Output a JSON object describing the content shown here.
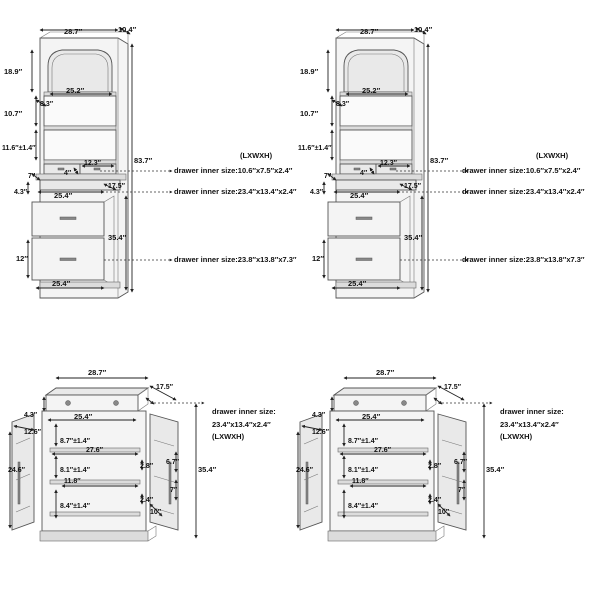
{
  "tall": {
    "width": "28.7″",
    "depth": "10.4″",
    "height": "83.7″",
    "arch_h": "18.9″",
    "shelf_w": "25.2″",
    "shelf_d": "8.3″",
    "shelf_gap": "10.7″",
    "lower_gap": "11.6″±1.4″",
    "small_drawer_w": "12.3″",
    "small_drawer_d": "4″",
    "small_drawer_h": "7″",
    "top_w": "25.4″",
    "base_d": "17.5″",
    "top_drawer_h": "4.3″",
    "cabinet_h": "35.4″",
    "drawer_h": "12″",
    "bottom_w": "25.4″",
    "unit_note": "(LXWXH)",
    "inner_1": "drawer inner size:10.6″x7.5″x2.4″",
    "inner_2": "drawer inner size:23.4″x13.4″x2.4″",
    "inner_3": "drawer inner size:23.8″x13.8″x7.3″"
  },
  "cabinet": {
    "width": "28.7″",
    "depth": "17.5″",
    "top_h": "4.3″",
    "top_w": "25.4″",
    "door_d": "12.6″",
    "door_h": "24.6″",
    "gap_1": "8.7″±1.4″",
    "inner_w": "27.6″",
    "gap_2": "8.1″±1.4″",
    "shelf_h": "2.8″",
    "side_h": "6.7″",
    "gap_3": "11.8″",
    "side_gap": "7″",
    "gap_4": "8.4″±1.4″",
    "base_h": "2.4″",
    "base_d": "10″",
    "height": "35.4″",
    "inner_a": "drawer inner size:",
    "inner_b": "23.4″x13.4″x2.4″",
    "unit_note": "(LXWXH)"
  }
}
